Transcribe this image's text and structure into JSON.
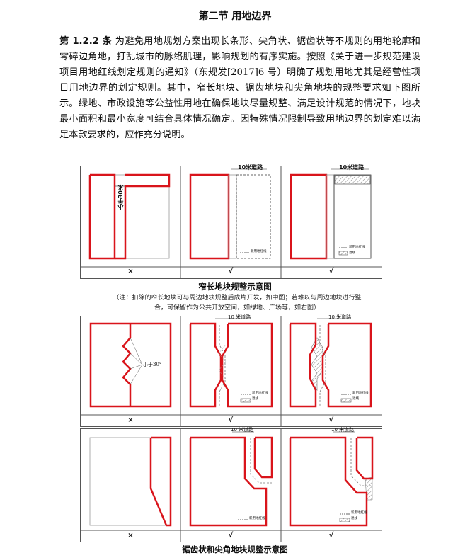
{
  "section_title": "第二节 用地边界",
  "clause": {
    "number": "第 1.2.2 条",
    "text": "为避免用地规划方案出现长条形、尖角状、锯齿状等不规则的用地轮廓和零碎边角地，打乱城市的脉络肌理，影响规划的有序实施。按照《关于进一步规范建设项目用地红线划定规则的通知》（东规发[2017]6 号）明确了规划用地尤其是经营性项目用地边界的划定规则。其中，窄长地块、锯齿地块和尖角地块的规整要求如下图所示。绿地、市政设施等公益性用地在确保地块尽量规整、满足设计规范的情况下，地块最小面积和最小宽度可结合具体情况确定。因特殊情况限制导致用地边界的划定难以满足本款要求的，应作充分说明。"
  },
  "figure1": {
    "labels": {
      "width_note": "小于30米",
      "road": "10米道路",
      "legend_line": "新用地红线",
      "legend_hatch": "退线",
      "legend_line_b": "新用地红线"
    },
    "marks": [
      "×",
      "√",
      "√"
    ],
    "caption": "窄长地块规整示意图",
    "note_line1": "（注：扣除的窄长地块可与周边地块规整后成片开发，如中图；若难以与周边地块进行整",
    "note_line2": "合，可保留作为公共开放空间，如绿地、广场等，如右图）"
  },
  "figure2": {
    "labels": {
      "angle_note": "小于30°",
      "road_a": "10 米道路",
      "road_b": "10 米道路",
      "legend_line": "新用地红线",
      "legend_hatch": "退线"
    },
    "marks": [
      "×",
      "√",
      "√"
    ]
  },
  "figure3": {
    "labels": {
      "road_a": "10 米道路",
      "road_b": "10 米道路",
      "legend_line": "新用地红线",
      "legend_hatch": "退线"
    },
    "marks": [
      "×",
      "√",
      "√"
    ],
    "caption": "锯齿状和尖角地块规整示意图"
  },
  "colors": {
    "red_line": "#d9141b",
    "frame": "#555555",
    "hatch": "#888888"
  }
}
